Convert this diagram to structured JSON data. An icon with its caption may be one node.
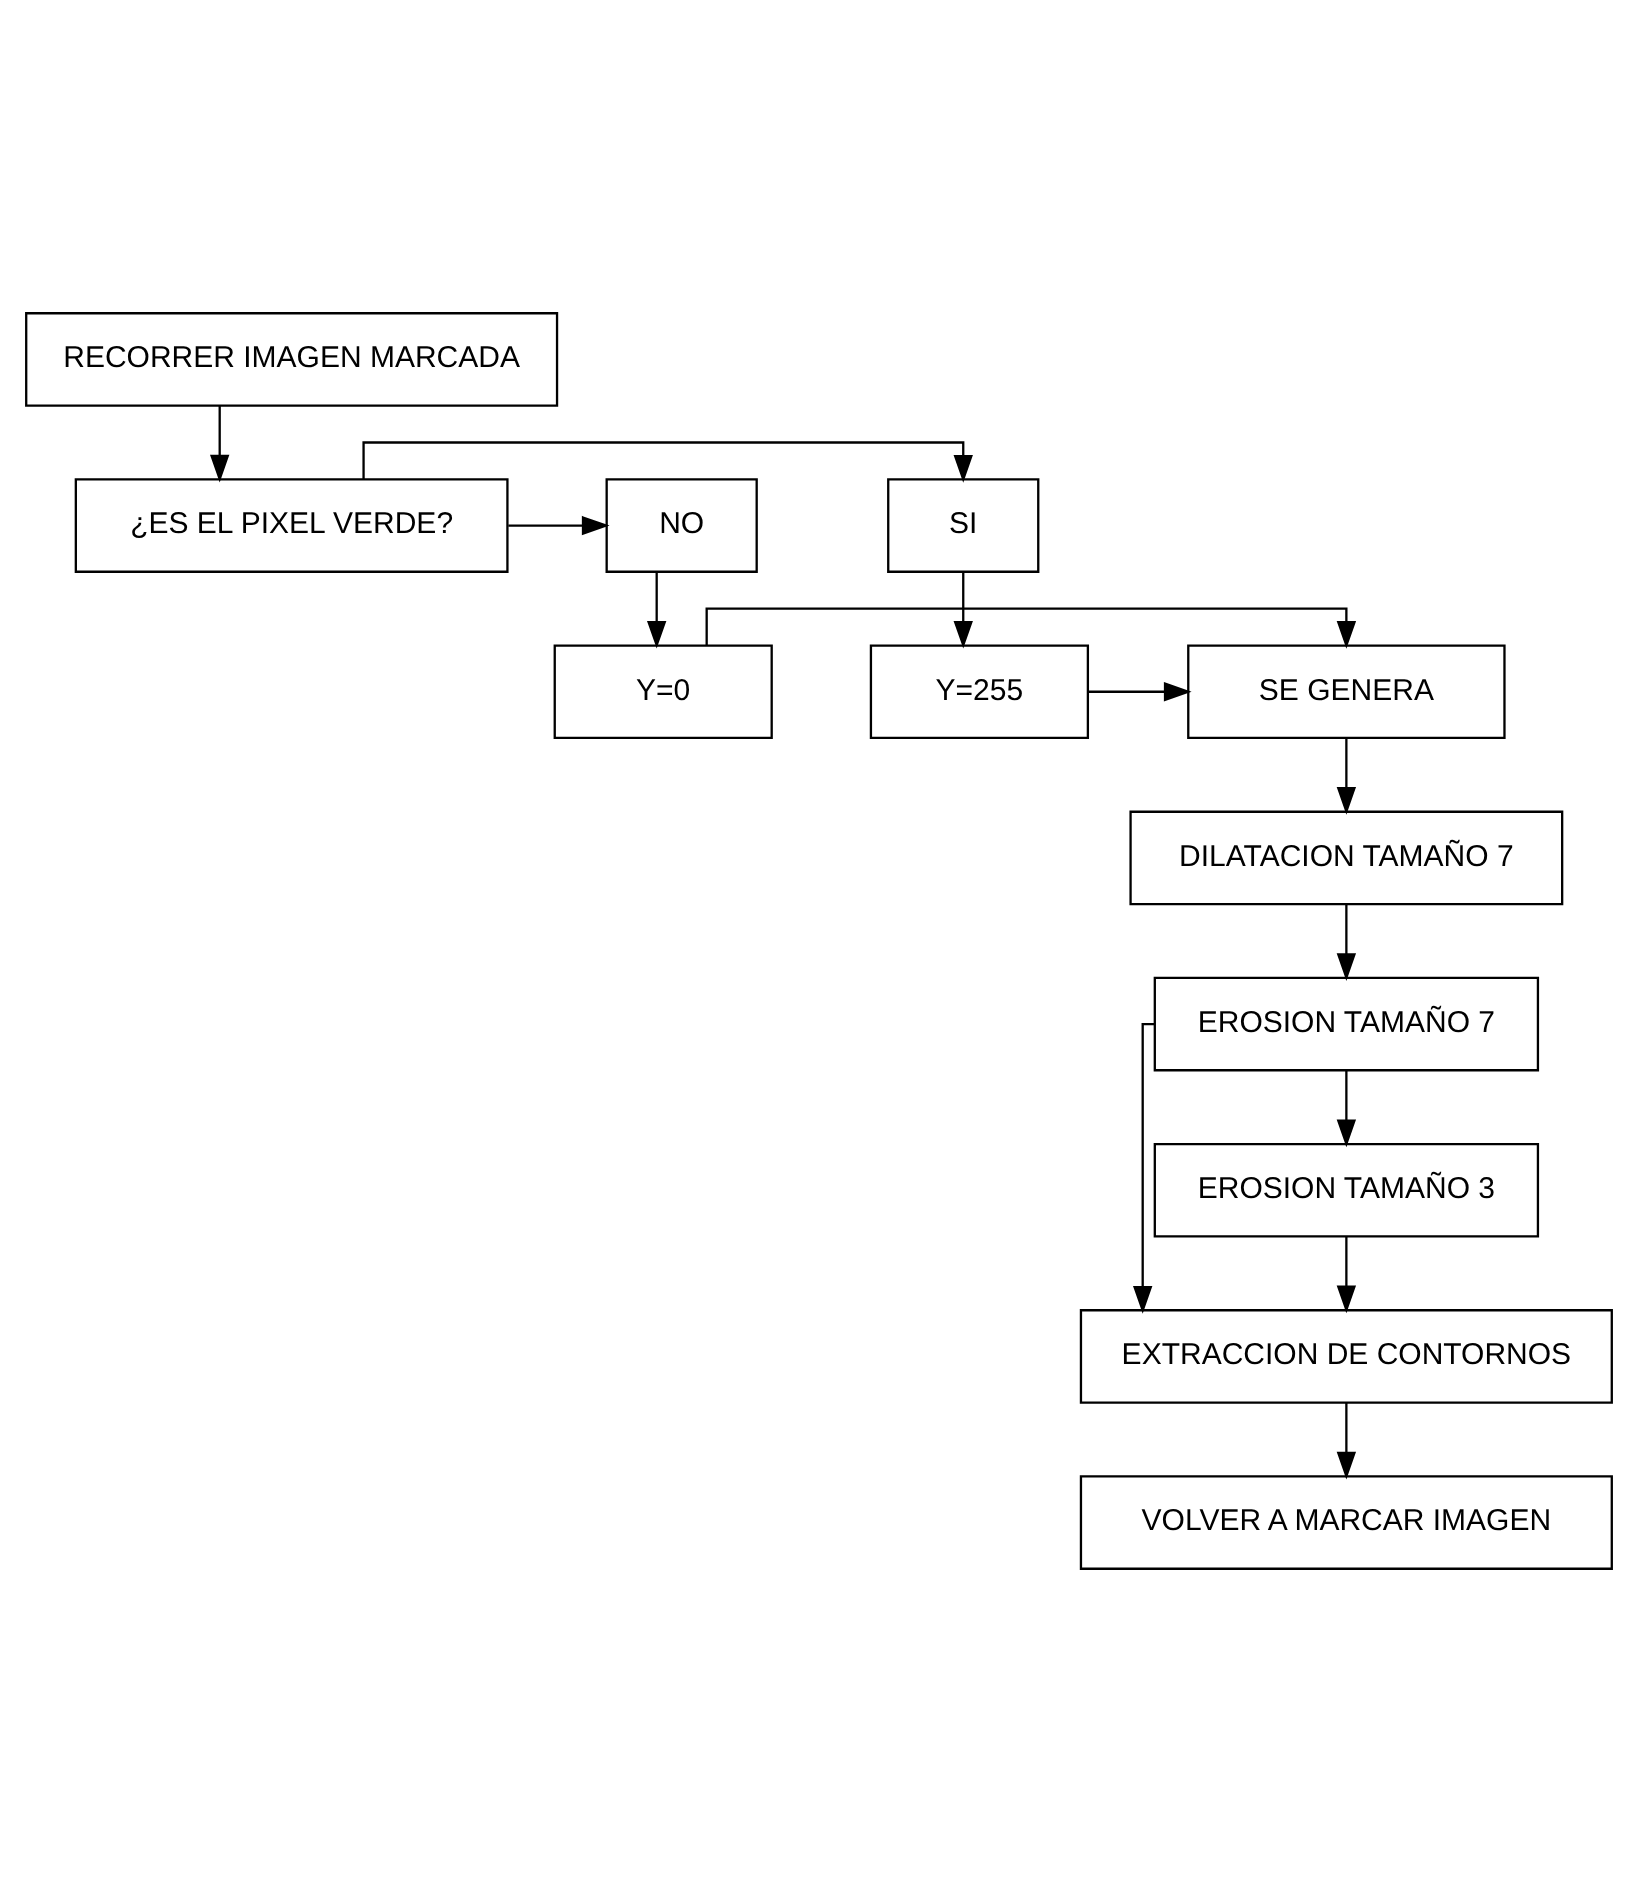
{
  "diagram": {
    "nodes": [
      {
        "text": [
          "RECORRER IMAGEN MARCADA"
        ]
      },
      {
        "text": [
          "¿ES EL PIXEL VERDE?"
        ]
      },
      {
        "text": [
          "SI"
        ]
      },
      {
        "text": [
          "NO"
        ]
      },
      {
        "text": [
          "Y=255"
        ]
      },
      {
        "text": [
          "SE GENERA"
        ]
      },
      {
        "text": [
          "Y=0"
        ]
      },
      {
        "text": [
          "DILATACION TAMAÑO 7"
        ]
      },
      {
        "text": [
          "EROSION TAMAÑO 7"
        ]
      },
      {
        "text": [
          "EROSION TAMAÑO 3"
        ]
      },
      {
        "text": [
          "EXTRACCION DE CONTORNOS"
        ]
      },
      {
        "text": [
          "VOLVER A MARCAR IMAGEN"
        ]
      }
    ],
    "edges": [
      {
        "from": 0,
        "to": 1,
        "arrow": "to"
      },
      {
        "from": 1,
        "to": 2,
        "arrow": "to"
      },
      {
        "from": 1,
        "to": 3,
        "arrow": "to"
      },
      {
        "from": 2,
        "to": 4,
        "arrow": "to"
      },
      {
        "from": 3,
        "to": 6,
        "arrow": "to"
      },
      {
        "from": 4,
        "to": 5,
        "arrow": "to"
      },
      {
        "from": 6,
        "to": 5,
        "arrow": "to"
      },
      {
        "from": 5,
        "to": 7,
        "arrow": "to"
      },
      {
        "from": 7,
        "to": 8,
        "arrow": "to"
      },
      {
        "from": 8,
        "to": 9,
        "arrow": "to"
      },
      {
        "from": 9,
        "to": 10,
        "arrow": "to"
      },
      {
        "from": 8,
        "to": 10,
        "arrow": "to"
      },
      {
        "from": 10,
        "to": 11,
        "arrow": "to"
      }
    ]
  }
}
